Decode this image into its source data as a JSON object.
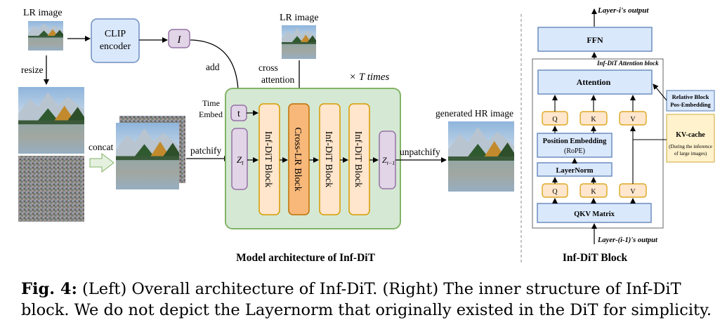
{
  "colors": {
    "blue_fill": "#dae8fc",
    "blue_stroke": "#6c8ebf",
    "purple_fill": "#e1d5e7",
    "purple_stroke": "#9673a6",
    "yellow_fill": "#ffe6cc",
    "yellow_stroke": "#d79b00",
    "orange_fill": "#f7b87a",
    "orange_stroke": "#c07000",
    "green_fill": "#d5e8d4",
    "green_stroke": "#82b366",
    "kv_fill": "#fff2cc",
    "kv_stroke": "#d6b656"
  },
  "left": {
    "lr_image_1": "LR image",
    "clip_encoder": [
      "CLIP",
      "encoder"
    ],
    "i_symbol": "I",
    "add": "add",
    "resize": "resize",
    "lr_image_2": "LR image",
    "cross_attention": [
      "cross",
      "attention"
    ],
    "times_t": "× T times",
    "time_embed": [
      "Time",
      "Embed"
    ],
    "t_token": "t",
    "concat": "concat",
    "patchify": "patchify",
    "z_t": "Z",
    "z_t_sub": "t",
    "block1": "Inf-DiT Block",
    "block2": "Cross-LR Block",
    "block3": "Inf-DiT Block",
    "block4": "Inf-DiT Block",
    "z_t1": "Z",
    "z_t1_sub": "t−1",
    "unpatchify": "unpatchify",
    "generated_hr": "generated HR image",
    "title": "Model architecture of Inf-DiT"
  },
  "right": {
    "layer_i_output": "Layer-i's output",
    "ffn": "FFN",
    "attention_block_label": "Inf-DiT Attention block",
    "attention": "Attention",
    "rel_block": [
      "Relative Block",
      "Pos-Embedding"
    ],
    "q": "Q",
    "k": "K",
    "v": "V",
    "pos_embedding": [
      "Position Embedding",
      "(RoPE)"
    ],
    "kv_cache": "KV-cache",
    "kv_cache_note": [
      "(During the inference",
      "of large images)"
    ],
    "layernorm": "LayerNorm",
    "qkv_matrix": "QKV Matrix",
    "layer_prev_output": "Layer-(i-1)'s output",
    "title": "Inf-DiT Block"
  },
  "caption": {
    "fig_label": "Fig. 4:",
    "text": " (Left) Overall architecture of Inf-DiT. (Right) The inner structure of Inf-DiT block. We do not depict the Layernorm that originally existed in the DiT for simplicity."
  }
}
